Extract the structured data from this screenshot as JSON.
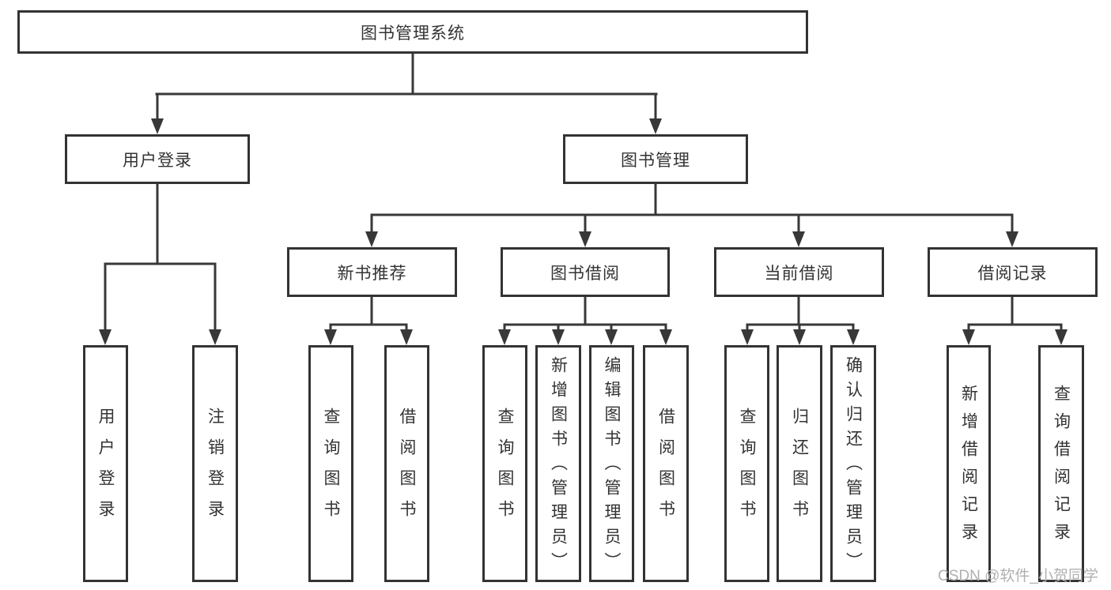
{
  "colors": {
    "border": "#333333",
    "line": "#383838",
    "text": "#333333",
    "watermark": "#b0b0b0",
    "background": "#ffffff"
  },
  "watermark": {
    "text": "CSDN @软件_小贺同学"
  },
  "tree": {
    "root": "图书管理系统",
    "children": [
      {
        "label": "用户登录",
        "children": [
          "用户登录",
          "注销登录"
        ]
      },
      {
        "label": "图书管理",
        "children": [
          {
            "label": "新书推荐",
            "children": [
              "查询图书",
              "借阅图书"
            ]
          },
          {
            "label": "图书借阅",
            "children": [
              "查询图书",
              "新增图书（管理员）",
              "编辑图书（管理员）",
              "借阅图书"
            ]
          },
          {
            "label": "当前借阅",
            "children": [
              "查询图书",
              "归还图书",
              "确认归还（管理员）"
            ]
          },
          {
            "label": "借阅记录",
            "children": [
              "新增借阅记录",
              "查询借阅记录"
            ]
          }
        ]
      }
    ]
  }
}
